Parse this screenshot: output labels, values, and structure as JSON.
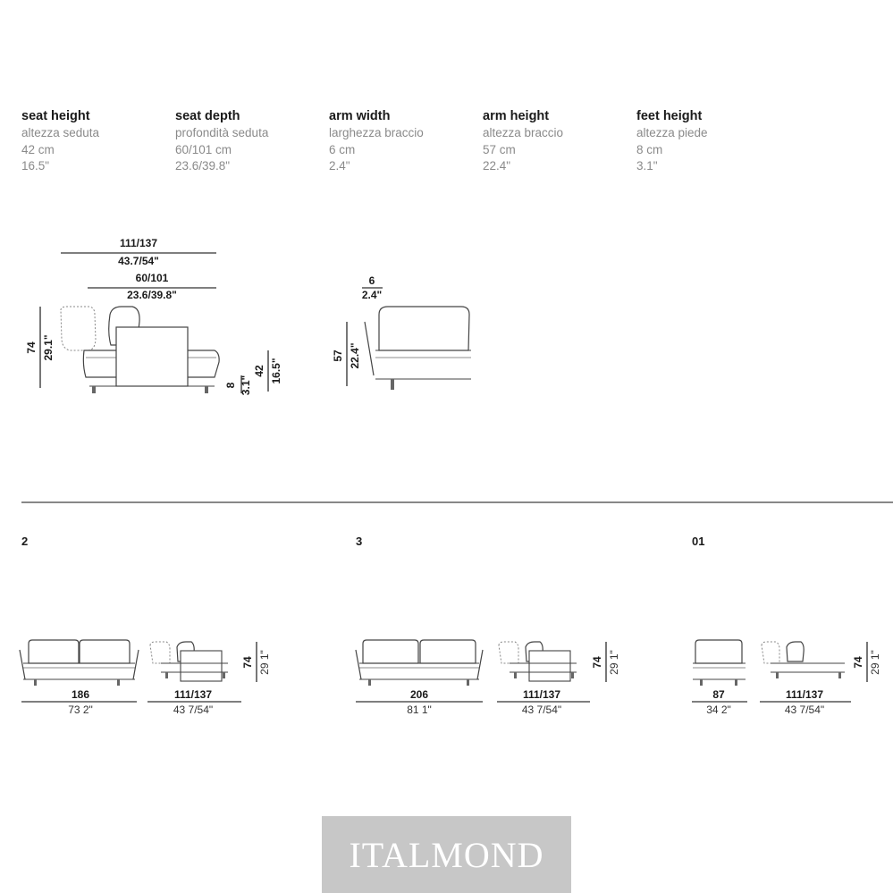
{
  "specs": [
    {
      "title": "seat height",
      "it": "altezza seduta",
      "cm": "42 cm",
      "in": "16.5\""
    },
    {
      "title": "seat depth",
      "it": "profondità seduta",
      "cm": "60/101 cm",
      "in": "23.6/39.8\""
    },
    {
      "title": "arm width",
      "it": "larghezza braccio",
      "cm": "6 cm",
      "in": "2.4\""
    },
    {
      "title": "arm height",
      "it": "altezza braccio",
      "cm": "57 cm",
      "in": "22.4\""
    },
    {
      "title": "feet height",
      "it": "altezza piede",
      "cm": "8 cm",
      "in": "3.1\""
    }
  ],
  "side_view": {
    "overall_depth": "111/137",
    "overall_depth_in": "43.7/54\"",
    "seat_depth": "60/101",
    "seat_depth_in": "23.6/39.8\"",
    "height": "74",
    "height_in": "29.1\"",
    "feet": "8",
    "feet_in": "3.1\"",
    "seat": "42",
    "seat_in": "16.5\""
  },
  "front_view": {
    "arm_width": "6",
    "arm_width_in": "2.4\"",
    "arm_height": "57",
    "arm_height_in": "22.4\""
  },
  "models": [
    {
      "code": "2",
      "width": "186",
      "width_in": "73 2\"",
      "depth": "111/137",
      "depth_in": "43 7/54\"",
      "height": "74",
      "height_in": "29 1\""
    },
    {
      "code": "3",
      "width": "206",
      "width_in": "81 1\"",
      "depth": "111/137",
      "depth_in": "43 7/54\"",
      "height": "74",
      "height_in": "29 1\""
    },
    {
      "code": "01",
      "width": "87",
      "width_in": "34 2\"",
      "depth": "111/137",
      "depth_in": "43 7/54\"",
      "height": "74",
      "height_in": "29 1\""
    }
  ],
  "brand": "ITALMOND"
}
